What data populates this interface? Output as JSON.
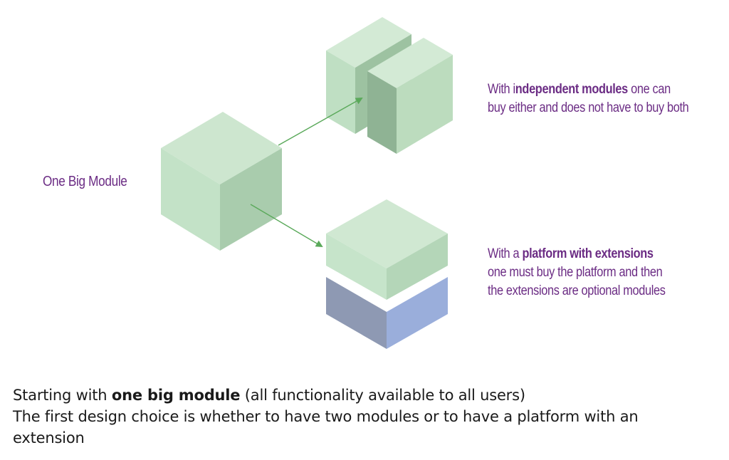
{
  "colors": {
    "cube_top": "#cde6cf",
    "cube_left": "#c3e2c7",
    "cube_right": "#a9ccad",
    "small_cube_front": "#bcdcbe",
    "small_cube_side": "#8fb394",
    "platform_left": "#8e99b3",
    "platform_right": "#9aaedb",
    "arrow": "#5aa95a",
    "label_text": "#6b2c84",
    "caption_text": "#1a1a1a"
  },
  "labels": {
    "one_big_module": "One Big Module",
    "independent": {
      "line1_pre": "With i",
      "line1_bold": "ndependent modules",
      "line1_post": " one can",
      "line2": "buy either and does not have to buy both"
    },
    "platform": {
      "line1_pre": "With a ",
      "line1_bold": "platform with extensions",
      "line2": "one must buy the platform and then",
      "line3": "the extensions are optional modules"
    }
  },
  "caption": {
    "line1_pre": "Starting with ",
    "line1_bold": "one big module",
    "line1_post": " (all functionality available to all users)",
    "line2": "The first design choice is whether to have two modules or to have a platform with an",
    "line3": "extension"
  }
}
